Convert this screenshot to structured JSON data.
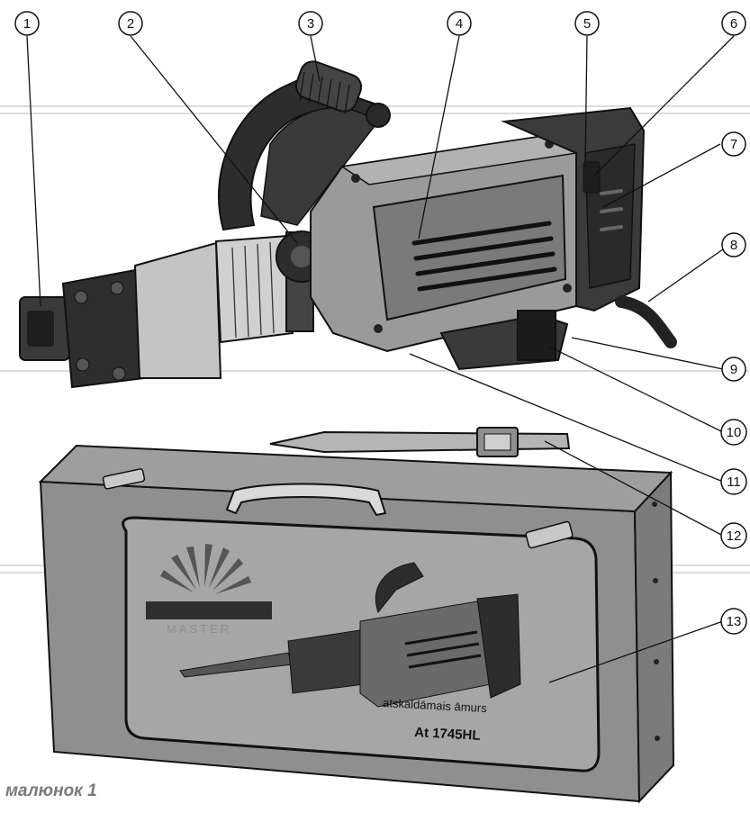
{
  "figure": {
    "caption": "малюнок 1",
    "callouts": [
      "1",
      "2",
      "3",
      "4",
      "5",
      "6",
      "7",
      "8",
      "9",
      "10",
      "11",
      "12",
      "13"
    ],
    "box": {
      "brand": "MASTER",
      "line1": "atskaldāmais āmurs",
      "line2": "At 1745HL"
    }
  },
  "colors": {
    "body_dark": "#2b2b2b",
    "body_mid": "#8a8a8a",
    "body_light": "#b8b8b8",
    "case": "#8c8c8c",
    "case_panel": "#a9a9a9",
    "guideline": "#d8d8d8"
  }
}
